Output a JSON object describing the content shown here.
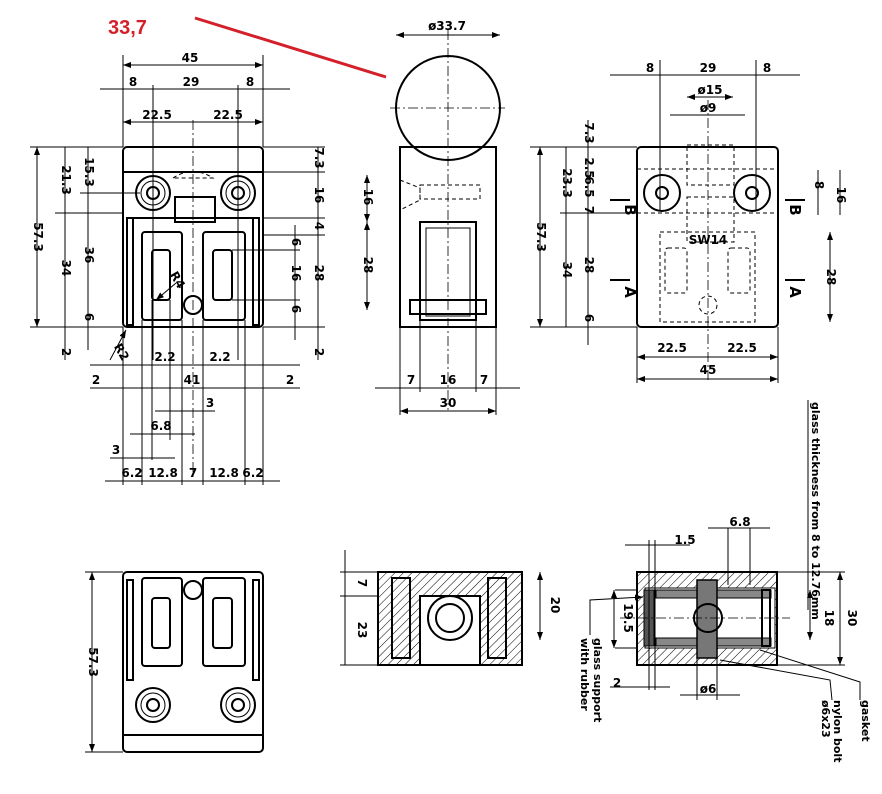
{
  "annotation": {
    "text": "33,7",
    "color": "#d3202a"
  },
  "front_view": {
    "overall_width": "45",
    "w8_left": "8",
    "w29": "29",
    "w8_right": "8",
    "half_left": "22.5",
    "half_right": "22.5",
    "h57_3": "57.3",
    "h21_3": "21.3",
    "h15_3": "15.3",
    "h36": "36",
    "h34": "34",
    "h6_left": "6",
    "h2_left": "2",
    "h7_3": "7.3",
    "h16": "16",
    "h4": "4",
    "h28": "28",
    "h2_right": "2",
    "h6_a": "6",
    "h16_b": "16",
    "h6_b": "6",
    "r4": "R4",
    "r2": "R2",
    "b2_2_left": "2.2",
    "b2_2_right": "2.2",
    "b2_left": "2",
    "b41": "41",
    "b2_right": "2",
    "b3_a": "3",
    "b6_8": "6.8",
    "b3_b": "3",
    "b6_2_left": "6.2",
    "b12_8_left": "12.8",
    "b7": "7",
    "b12_8_right": "12.8",
    "b6_2_right": "6.2"
  },
  "side_view": {
    "diameter": "ø33.7",
    "h16": "16",
    "h28": "28",
    "w7_left": "7",
    "w16": "16",
    "w7_right": "7",
    "w30": "30"
  },
  "rear_view": {
    "w8_left": "8",
    "w29": "29",
    "w8_right": "8",
    "d15": "ø15",
    "d9": "ø9",
    "h57_3": "57.3",
    "h23_3": "23.3",
    "h34": "34",
    "h7_3": "7.3",
    "h2_5": "2.5",
    "h6_5": "6.5",
    "h7": "7",
    "h28": "28",
    "h6": "6",
    "r8": "8",
    "r16": "16",
    "r28": "28",
    "sw14": "SW14",
    "section_b": "B",
    "section_a": "A",
    "half_left": "22.5",
    "half_right": "22.5",
    "w45": "45"
  },
  "glass_note": "glass thickness from 8 to 12.76mm",
  "bottom_view": {
    "h57_3": "57.3"
  },
  "section_view": {
    "h7": "7",
    "h23": "23",
    "h20": "20"
  },
  "detail_view": {
    "d1_5": "1.5",
    "d6_8": "6.8",
    "h19_5": "19.5",
    "h18": "18",
    "h30": "30",
    "w2": "2",
    "d6": "ø6",
    "glass_support": "glass support",
    "with_rubber": "with rubber",
    "gasket": "gasket",
    "nylon_bolt": "nylon bolt",
    "nylon_bolt_size": "ø6x23"
  }
}
